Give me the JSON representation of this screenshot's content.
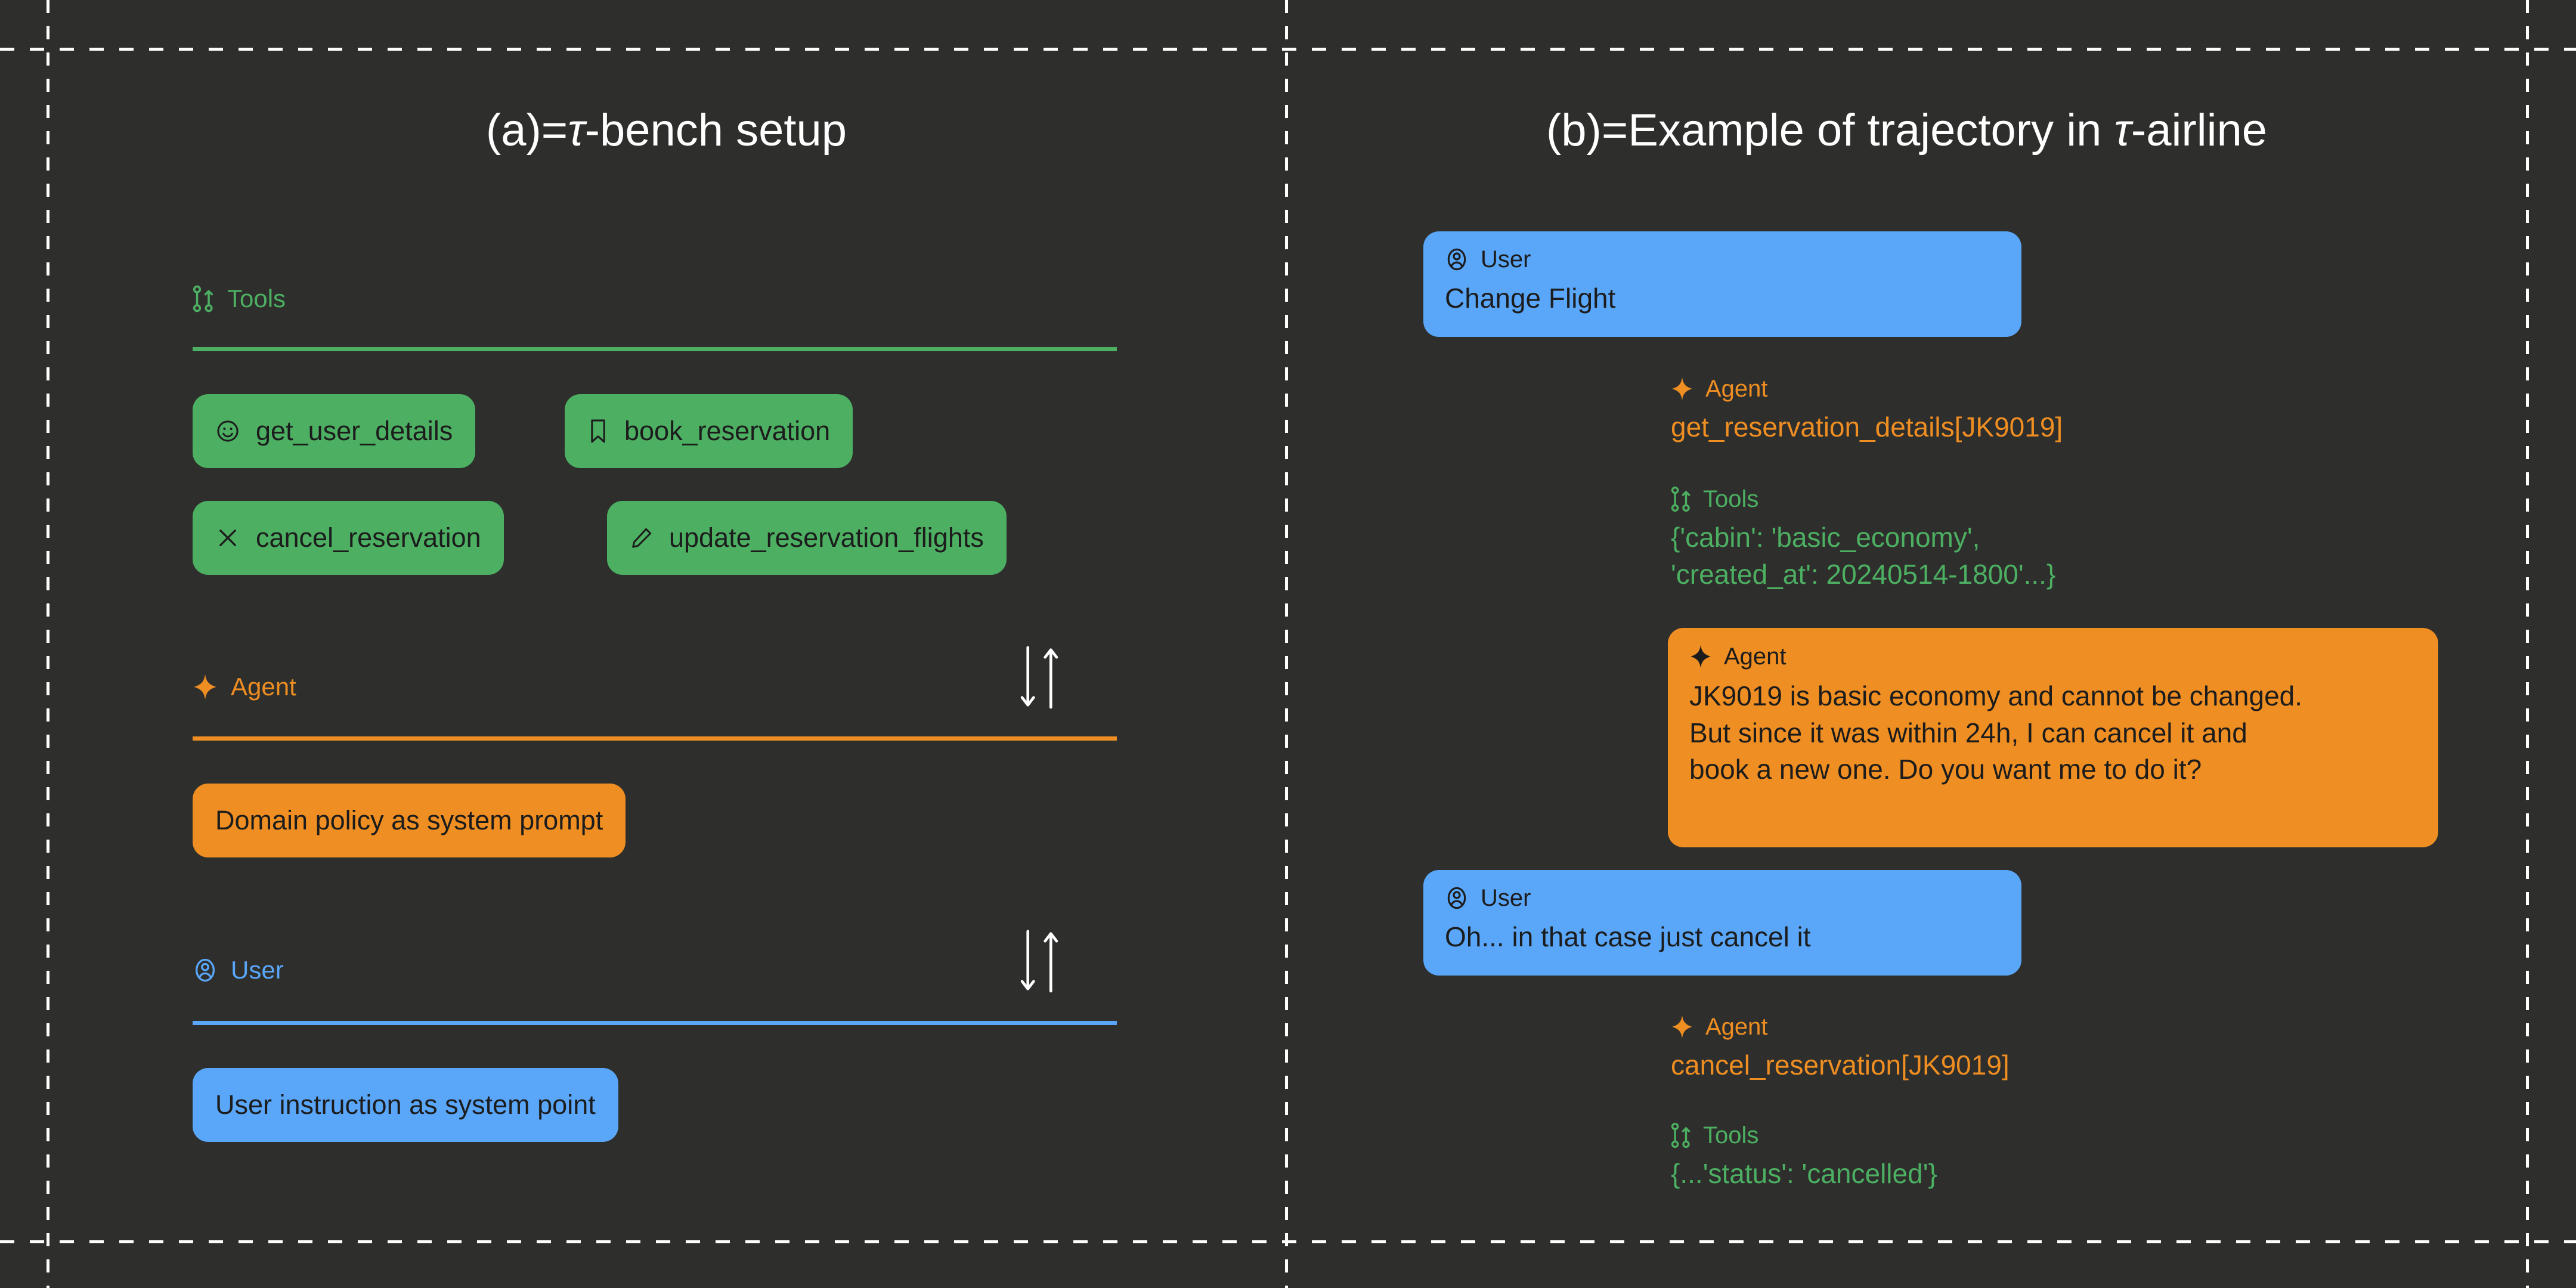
{
  "theme": {
    "background": "#2e2e2c",
    "green": "#4caf62",
    "orange": "#ef8e22",
    "blue": "#5aa7fa",
    "text_light": "#ffffff",
    "text_dark": "#1c1c1c",
    "guide": "#ffffff"
  },
  "panel_a": {
    "title_prefix": "(a)=",
    "title_tau": "τ",
    "title_suffix": "-bench setup",
    "tools_section": {
      "icon": "git-fork-icon",
      "label": "Tools",
      "chips": [
        {
          "icon": "smiley-icon",
          "label": "get_user_details"
        },
        {
          "icon": "bookmark-icon",
          "label": "book_reservation"
        },
        {
          "icon": "close-x-icon",
          "label": "cancel_reservation"
        },
        {
          "icon": "pencil-icon",
          "label": "update_reservation_flights"
        }
      ]
    },
    "agent_section": {
      "icon": "sparkle-icon",
      "label": "Agent",
      "arrows_icon": "down-up-arrows-icon",
      "chip_label": "Domain policy as system prompt"
    },
    "user_section": {
      "icon": "account-circle-icon",
      "label": "User",
      "arrows_icon": "down-up-arrows-icon",
      "chip_label": "User instruction as system point"
    }
  },
  "panel_b": {
    "title_prefix": "(b)=Example of trajectory in ",
    "title_tau": "τ",
    "title_suffix": "-airline",
    "messages": [
      {
        "style": "bubble-blue",
        "icon": "account-circle-icon",
        "role": "User",
        "text": "Change Flight"
      },
      {
        "style": "plain-agent",
        "icon": "sparkle-icon",
        "role": "Agent",
        "text": "get_reservation_details[JK9019]"
      },
      {
        "style": "plain-tools",
        "icon": "git-fork-icon",
        "role": "Tools",
        "text": "{'cabin': 'basic_economy',\n'created_at': 20240514-1800'...}"
      },
      {
        "style": "bubble-orange",
        "icon": "sparkle-icon",
        "role": "Agent",
        "text": "JK9019 is basic economy and cannot be changed.\nBut since it was within 24h, I can cancel it and\nbook a new one. Do you want me to do it?"
      },
      {
        "style": "bubble-blue",
        "icon": "account-circle-icon",
        "role": "User",
        "text": "Oh... in that case just cancel it"
      },
      {
        "style": "plain-agent",
        "icon": "sparkle-icon",
        "role": "Agent",
        "text": "cancel_reservation[JK9019]"
      },
      {
        "style": "plain-tools",
        "icon": "git-fork-icon",
        "role": "Tools",
        "text": "{...'status': 'cancelled'}"
      }
    ]
  }
}
